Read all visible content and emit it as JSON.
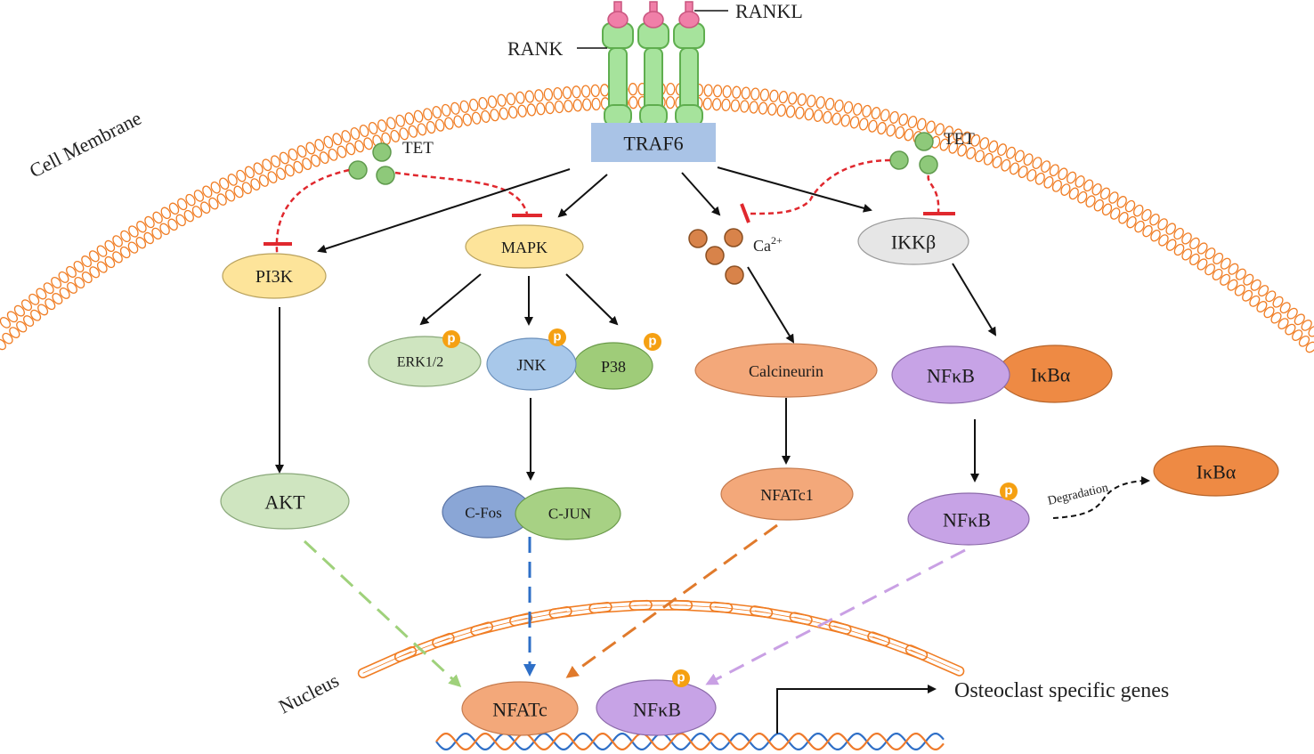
{
  "labels": {
    "rankl": "RANKL",
    "rank": "RANK",
    "traf6": "TRAF6",
    "cell_membrane": "Cell Membrane",
    "tet_left": "TET",
    "tet_right": "TET",
    "nucleus": "Nucleus",
    "ca": "Ca",
    "ca_sup": "2+",
    "degradation": "Degradation",
    "osteoclast_genes": "Osteoclast specific genes",
    "phospho": "p"
  },
  "nodes": {
    "pi3k": "PI3K",
    "mapk": "MAPK",
    "ikkb": "IKKβ",
    "erk": "ERK1/2",
    "jnk": "JNK",
    "p38": "P38",
    "calcineurin": "Calcineurin",
    "nfkb_complex": "NFκB",
    "ikba_complex": "IκBα",
    "akt": "AKT",
    "cfos": "C-Fos",
    "cjun": "C-JUN",
    "nfatc1": "NFATc1",
    "nfkb_p": "NFκB",
    "ikba_free": "IκBα",
    "nfatc_nuc": "NFATc",
    "nfkb_nuc": "NFκB"
  },
  "colors": {
    "membrane": "#f07d24",
    "receptor": "#a6e39c",
    "receptor_stroke": "#5fae4f",
    "ligand": "#f07fa8",
    "traf6": "#a9c3e6",
    "yellow": "#fde49a",
    "light_green": "#cfe5c0",
    "blue": "#a8c8ea",
    "green": "#9fcc79",
    "salmon": "#f3a87a",
    "purple": "#c7a3e6",
    "orange_dark": "#ee8a44",
    "grey": "#e6e6e6",
    "tet": "#8ec97a",
    "ca_ball": "#d8834a",
    "p_badge": "#f5a012",
    "inhibit_red": "#e0282e",
    "dash_green": "#9fd17b",
    "dash_blue": "#2e6fc7",
    "dash_orange": "#e07a2c",
    "dash_purple": "#c9a0e4"
  }
}
